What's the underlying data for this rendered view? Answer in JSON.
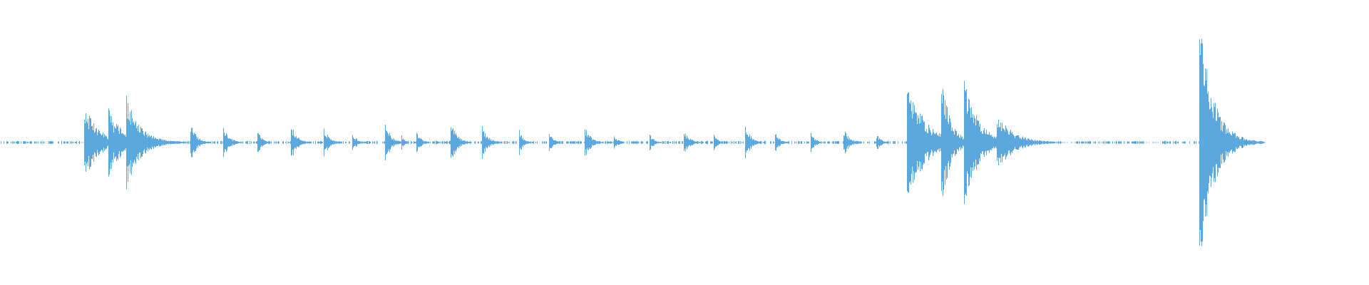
{
  "waveform": {
    "color": "#5aa8de",
    "background": "#ffffff",
    "silence_gaps": [
      [
        0.058,
        0.07
      ],
      [
        0.775,
        0.785
      ],
      [
        0.835,
        0.848
      ]
    ],
    "end_of_audio": 0.924,
    "transients": [
      {
        "t": 0.061,
        "amp": 0.3,
        "decay": 0.01
      },
      {
        "t": 0.065,
        "amp": 0.18,
        "decay": 0.006
      },
      {
        "t": 0.079,
        "amp": 0.26,
        "decay": 0.008
      },
      {
        "t": 0.084,
        "amp": 0.22,
        "decay": 0.006
      },
      {
        "t": 0.092,
        "amp": 0.36,
        "decay": 0.01
      },
      {
        "t": 0.139,
        "amp": 0.17,
        "decay": 0.004
      },
      {
        "t": 0.163,
        "amp": 0.14,
        "decay": 0.004
      },
      {
        "t": 0.188,
        "amp": 0.1,
        "decay": 0.003
      },
      {
        "t": 0.212,
        "amp": 0.16,
        "decay": 0.004
      },
      {
        "t": 0.236,
        "amp": 0.13,
        "decay": 0.004
      },
      {
        "t": 0.257,
        "amp": 0.09,
        "decay": 0.003
      },
      {
        "t": 0.281,
        "amp": 0.17,
        "decay": 0.004
      },
      {
        "t": 0.293,
        "amp": 0.07,
        "decay": 0.002
      },
      {
        "t": 0.304,
        "amp": 0.09,
        "decay": 0.003
      },
      {
        "t": 0.329,
        "amp": 0.19,
        "decay": 0.004
      },
      {
        "t": 0.352,
        "amp": 0.13,
        "decay": 0.004
      },
      {
        "t": 0.379,
        "amp": 0.1,
        "decay": 0.003
      },
      {
        "t": 0.401,
        "amp": 0.08,
        "decay": 0.003
      },
      {
        "t": 0.427,
        "amp": 0.13,
        "decay": 0.004
      },
      {
        "t": 0.448,
        "amp": 0.07,
        "decay": 0.003
      },
      {
        "t": 0.474,
        "amp": 0.08,
        "decay": 0.003
      },
      {
        "t": 0.499,
        "amp": 0.11,
        "decay": 0.004
      },
      {
        "t": 0.521,
        "amp": 0.07,
        "decay": 0.003
      },
      {
        "t": 0.544,
        "amp": 0.14,
        "decay": 0.004
      },
      {
        "t": 0.566,
        "amp": 0.09,
        "decay": 0.003
      },
      {
        "t": 0.592,
        "amp": 0.08,
        "decay": 0.003
      },
      {
        "t": 0.616,
        "amp": 0.12,
        "decay": 0.004
      },
      {
        "t": 0.64,
        "amp": 0.07,
        "decay": 0.003
      },
      {
        "t": 0.662,
        "amp": 0.09,
        "decay": 0.003
      },
      {
        "t": 0.662,
        "amp": 0.6,
        "decay": 0.004
      },
      {
        "t": 0.663,
        "amp": 0.48,
        "decay": 0.012
      },
      {
        "t": 0.687,
        "amp": 0.62,
        "decay": 0.006
      },
      {
        "t": 0.704,
        "amp": 0.52,
        "decay": 0.008
      },
      {
        "t": 0.708,
        "amp": 0.34,
        "decay": 0.01
      },
      {
        "t": 0.728,
        "amp": 0.22,
        "decay": 0.012
      },
      {
        "t": 0.876,
        "amp": 0.94,
        "decay": 0.01
      }
    ]
  }
}
